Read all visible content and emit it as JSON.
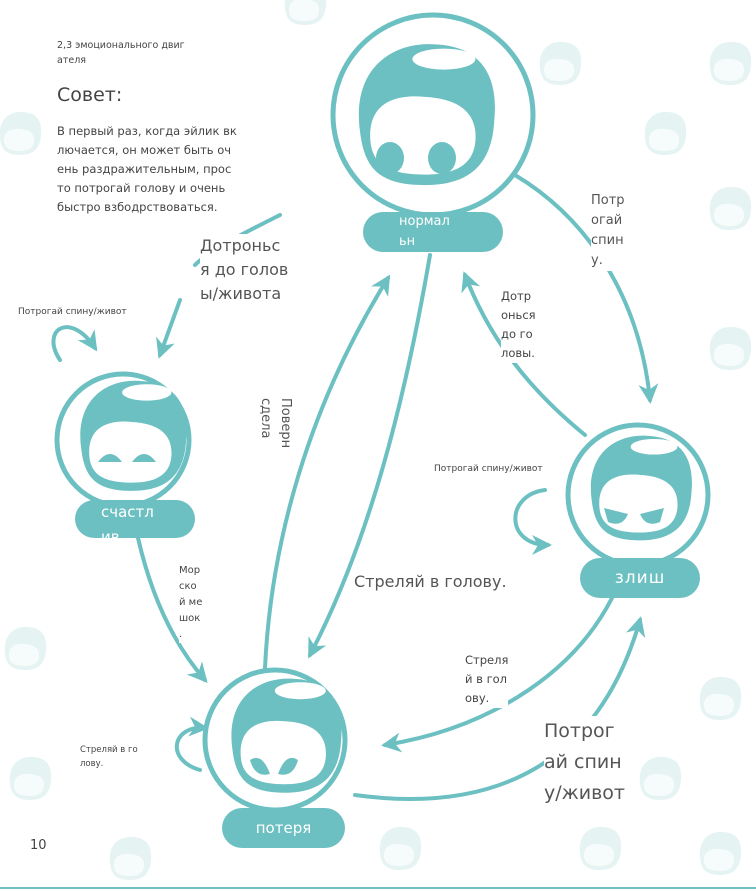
{
  "header": {
    "section": "2,3 эмоционального двиг\nателя"
  },
  "tip": {
    "title": "Совет:",
    "body": "В первый раз, когда эйлик вк\nлючается, он может быть оч\nень раздражительным, прос\nто потрогай голову и очень\nбыстро взбодрствоваться."
  },
  "states": {
    "normal": "нормал\nьн",
    "happy": "счастл\nив",
    "lost": "потеря",
    "angry": "злиш"
  },
  "transitions": {
    "touch_head_belly": "Дотроньс\nя до голов\nы/живота",
    "touch_back_happy_loop": "Потрогай спину/живот",
    "touch_back_to_angry": "Потр\nогай\nспин\nу.",
    "touch_head_from_angry": "Дотр\nонься\n до го\nловы.",
    "angry_loop": "Потрогай спину/живот",
    "turn_over": "Поверн\nсдела",
    "sea_bag": "Мор\nско\nй ме\nшок\n.",
    "shoot_head_big": "Стреляй в голову.",
    "shoot_head_angry_to_lost": "Стреля\nй в гол\nову.",
    "touch_back_belly_lost_to_angry": "Потрог\nай спин\nу/живот",
    "lost_loop": "Стреляй в го\nлову."
  },
  "page_number": "10",
  "colors": {
    "accent": "#6cc0c2",
    "watermark": "#e6f3f3"
  }
}
